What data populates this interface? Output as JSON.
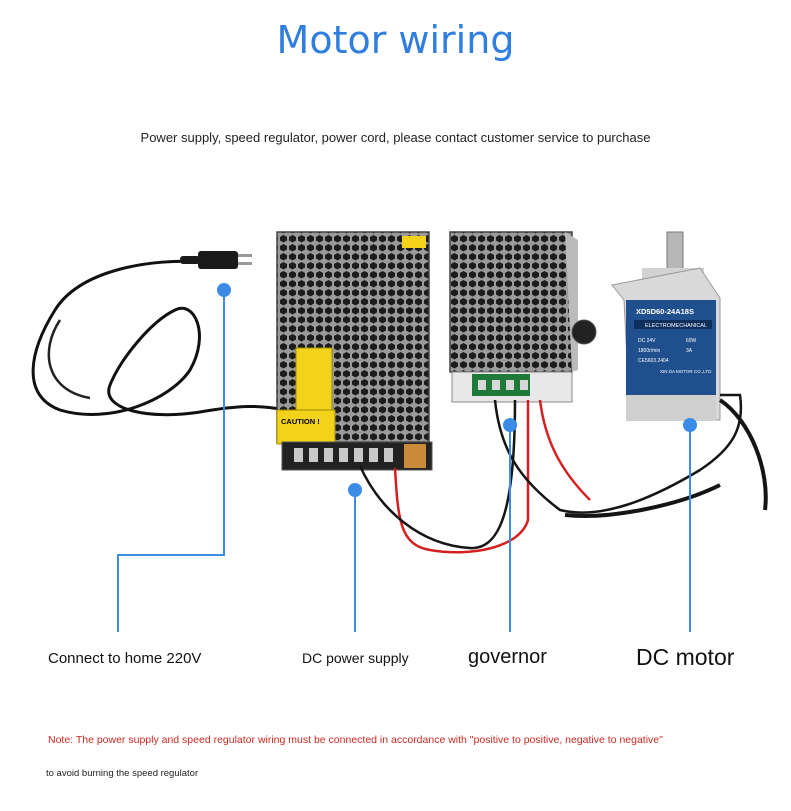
{
  "title": "Motor wiring",
  "subtitle": "Power supply, speed regulator, power cord, please contact customer service to purchase",
  "labels": {
    "home": "Connect to home 220V",
    "psu": "DC power supply",
    "governor": "governor",
    "motor": "DC motor"
  },
  "psu_sticker": {
    "caution": "CAUTION !"
  },
  "motor_label": {
    "model": "XD5D60-24A18S",
    "band": "ELECTROMECHANICAL",
    "line1": "DC 24V",
    "line1b": "60W",
    "line2": "1800r/min",
    "line2b": "3A",
    "line3": "CE5603.2404",
    "maker": "XIN DA MOTOR CO.,LTD"
  },
  "note": "Note: The power supply and speed regulator wiring must be connected in accordance with \"positive to positive, negative to negative\"",
  "note2": "to avoid burning the speed regulator",
  "colors": {
    "accent": "#2f7ee0",
    "callout": "#3b8ce6",
    "note": "#cc2a20",
    "motor_body": "#1f4f8c"
  }
}
